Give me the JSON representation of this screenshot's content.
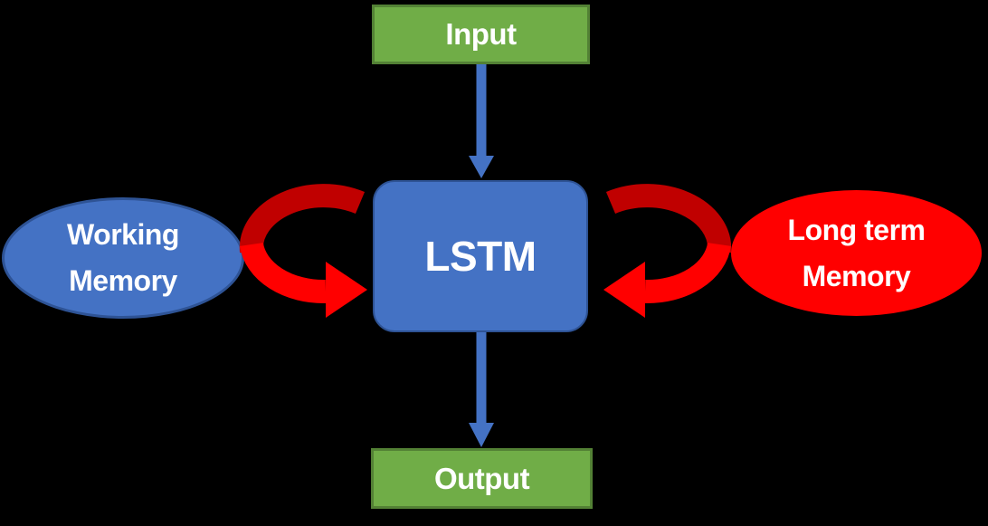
{
  "nodes": {
    "input": {
      "label": "Input"
    },
    "lstm": {
      "label": "LSTM"
    },
    "output": {
      "label": "Output"
    },
    "working_memory": {
      "line1": "Working",
      "line2": "Memory"
    },
    "long_term_memory": {
      "line1": "Long term",
      "line2": "Memory"
    }
  },
  "connections": [
    {
      "from": "Input",
      "to": "LSTM",
      "style": "straight-down-arrow",
      "color": "#4472C4"
    },
    {
      "from": "LSTM",
      "to": "Output",
      "style": "straight-down-arrow",
      "color": "#4472C4"
    },
    {
      "from": "Working Memory",
      "to": "LSTM",
      "style": "recurrent-curved-arrow",
      "colors": [
        "#C00000",
        "#FF0000"
      ]
    },
    {
      "from": "Long term Memory",
      "to": "LSTM",
      "style": "recurrent-curved-arrow",
      "colors": [
        "#C00000",
        "#FF0000"
      ]
    }
  ],
  "colors": {
    "background": "#000000",
    "green_fill": "#70AD47",
    "green_border": "#538135",
    "blue_fill": "#4472C4",
    "blue_border": "#2E5395",
    "red_fill": "#FF0000",
    "red_dark": "#C00000",
    "text": "#FFFFFF"
  }
}
